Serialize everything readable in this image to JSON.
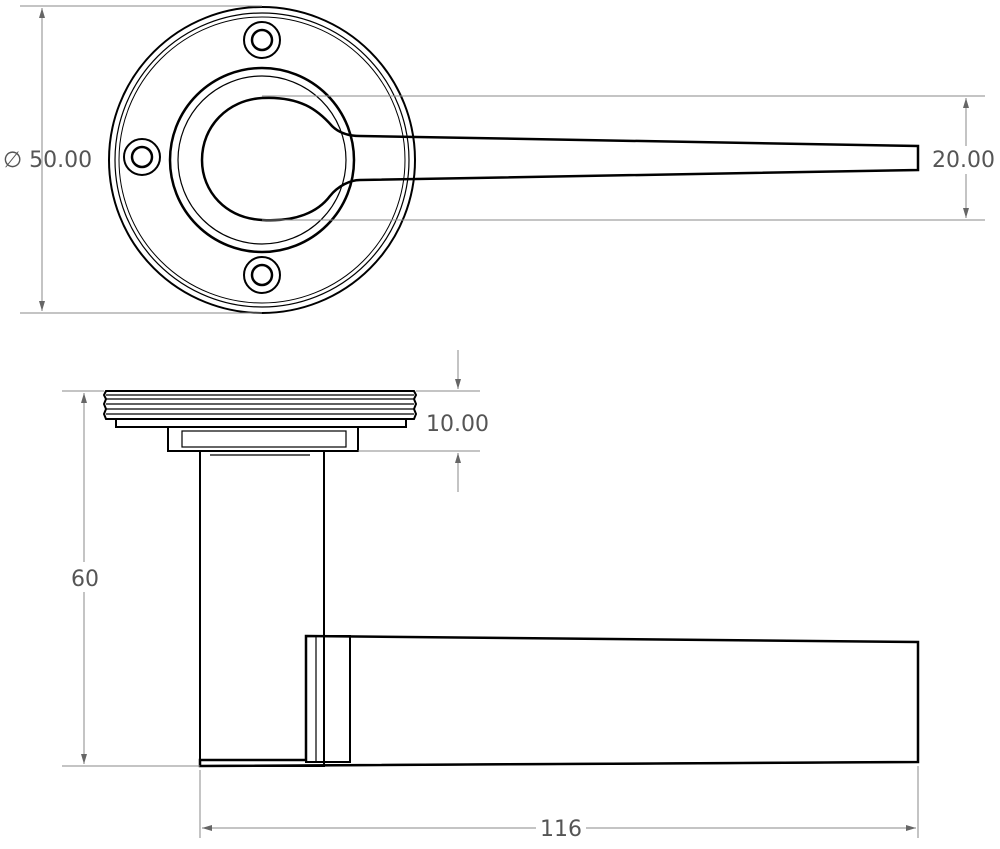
{
  "dimensions": {
    "rose_diameter": "∅ 50.00",
    "lever_width": "20.00",
    "rose_thickness": "10.00",
    "projection": "60",
    "lever_length": "116"
  },
  "colors": {
    "line": "#000000",
    "dimension": "#888888",
    "text": "#555555"
  }
}
